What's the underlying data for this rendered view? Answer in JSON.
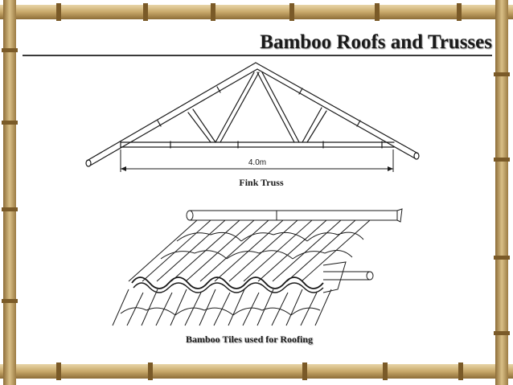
{
  "slide": {
    "title": "Bamboo Roofs and Trusses"
  },
  "truss_diagram": {
    "span_label": "4.0m",
    "caption": "Fink Truss"
  },
  "tiles_diagram": {
    "caption": "Bamboo Tiles used for Roofing"
  },
  "colors": {
    "bamboo_frame": "#c8a86a",
    "bamboo_node": "#8a6a34",
    "ink": "#1a1a1a",
    "background": "#ffffff"
  }
}
